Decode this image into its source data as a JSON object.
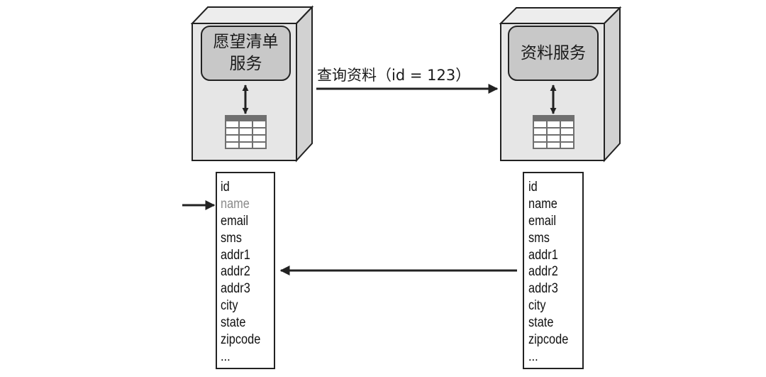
{
  "diagram": {
    "wishlist_service": {
      "label_lines": [
        "愿望清单",
        "服务"
      ]
    },
    "profile_service": {
      "label_lines": [
        "资料服务"
      ]
    },
    "query": {
      "label": "查询资料（id = 123）"
    },
    "wishlist_fields": {
      "items": [
        "id",
        "name",
        "email",
        "sms",
        "addr1",
        "addr2",
        "addr3",
        "city",
        "state",
        "zipcode",
        "..."
      ],
      "highlighted": "name"
    },
    "profile_fields": {
      "items": [
        "id",
        "name",
        "email",
        "sms",
        "addr1",
        "addr2",
        "addr3",
        "city",
        "state",
        "zipcode",
        "..."
      ]
    },
    "colors": {
      "server_face": "#e6e6e6",
      "server_side": "#d2d2d2",
      "label_box": "#c8c8c8",
      "db_grid": "#6f6f6f",
      "stroke": "#222222",
      "highlight_text": "#8a8a8a"
    }
  }
}
